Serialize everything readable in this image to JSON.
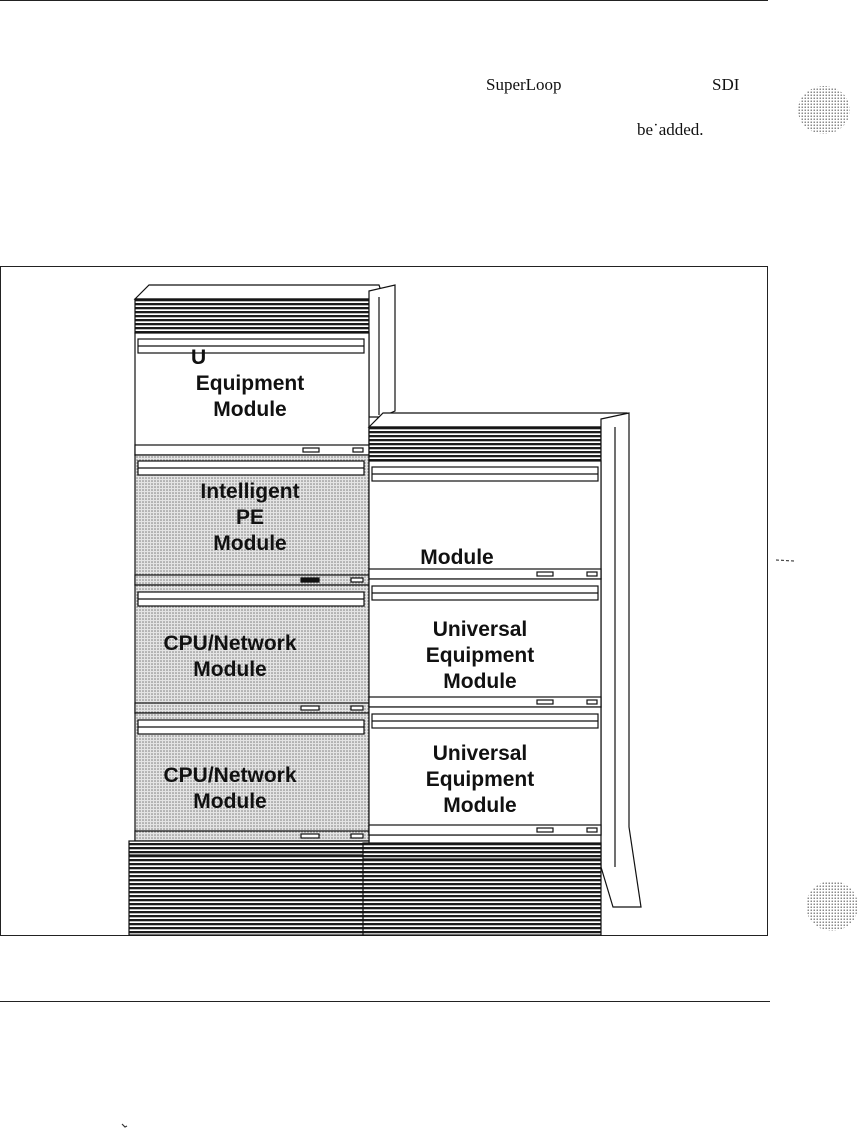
{
  "body_text": {
    "word_superloop": "SuperLoop",
    "word_sdi": "SDI",
    "word_be_added": "be˙added."
  },
  "figure": {
    "left_cabinet": {
      "top_module": {
        "line1": "U",
        "line2": "Equipment",
        "line3": "Module"
      },
      "intelligent_pe": {
        "line1": "Intelligent",
        "line2": "PE",
        "line3": "Module"
      },
      "cpu_network_1": {
        "line1": "CPU/Network",
        "line2": "Module"
      },
      "cpu_network_2": {
        "line1": "CPU/Network",
        "line2": "Module"
      }
    },
    "right_cabinet": {
      "top_module": {
        "line1": "Module"
      },
      "universal_1": {
        "line1": "Universal",
        "line2": "Equipment",
        "line3": "Module"
      },
      "universal_2": {
        "line1": "Universal",
        "line2": "Equipment",
        "line3": "Module"
      }
    }
  },
  "colors": {
    "dotted_fill": "#d3d3d3",
    "band_dark": "#1a1a1a",
    "line": "#111111"
  }
}
